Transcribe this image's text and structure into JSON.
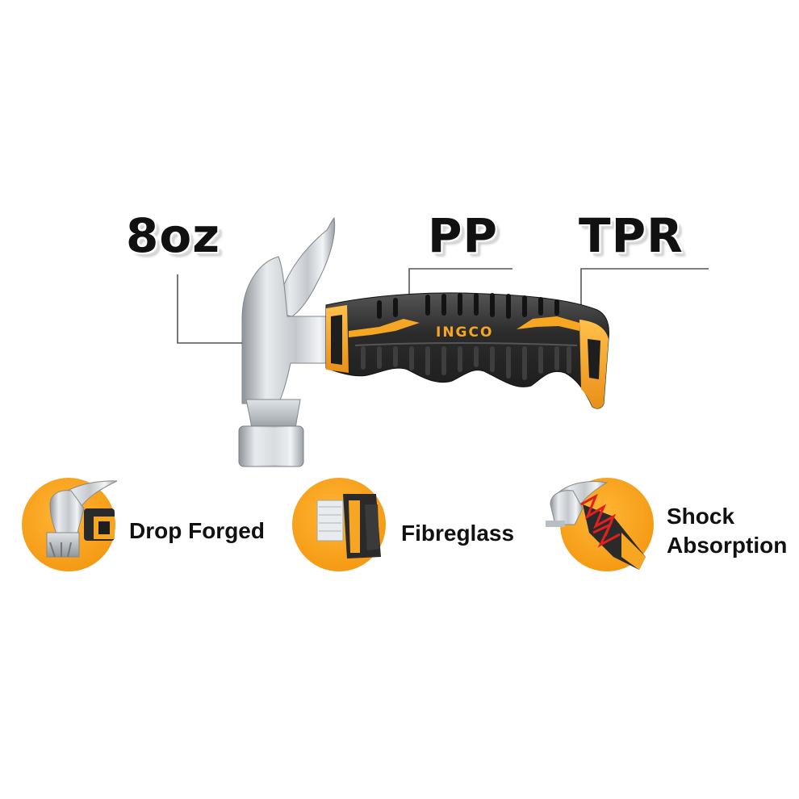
{
  "callouts": {
    "weight": "8oz",
    "handle_core": "PP",
    "grip": "TPR"
  },
  "brand": {
    "logo_text": "INGCO"
  },
  "features": [
    {
      "label": "Drop Forged",
      "icon": "hammer-head-icon"
    },
    {
      "label": "Fibreglass",
      "icon": "fibreglass-core-icon"
    },
    {
      "label_line1": "Shock",
      "label_line2": "Absorption",
      "icon": "shock-absorption-icon"
    }
  ],
  "colors": {
    "accent_orange": "#f6a623",
    "handle_black": "#2a2a2a",
    "steel": "#c9cdd1",
    "shock_red": "#e02020"
  }
}
